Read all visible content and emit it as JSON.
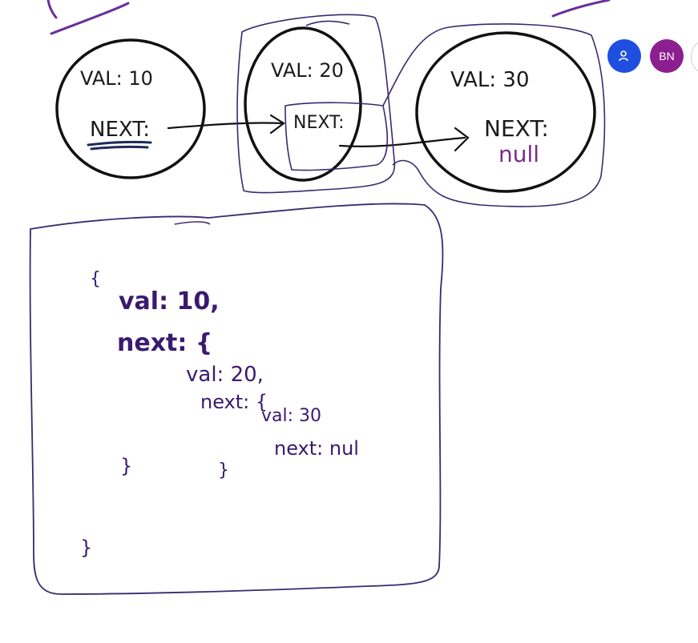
{
  "whiteboard": {
    "nodes": [
      {
        "val_label": "VAL: 10",
        "next_label": "NEXT:"
      },
      {
        "val_label": "VAL: 20",
        "next_label": "NEXT:"
      },
      {
        "val_label": "VAL: 30",
        "next_label": "NEXT:",
        "next_value": "null"
      }
    ],
    "code_lines": [
      "{",
      "val: 10,",
      "next: {",
      "val: 20,",
      "next: {",
      "val: 30",
      "next: nul",
      "}",
      "}",
      "}"
    ],
    "ink_colors": {
      "black": "#1a1a1a",
      "purple": "#6a2f9a",
      "dark_purple": "#2a1560"
    }
  },
  "participants": {
    "user_icon": "person-add-icon",
    "initials": "BN"
  }
}
